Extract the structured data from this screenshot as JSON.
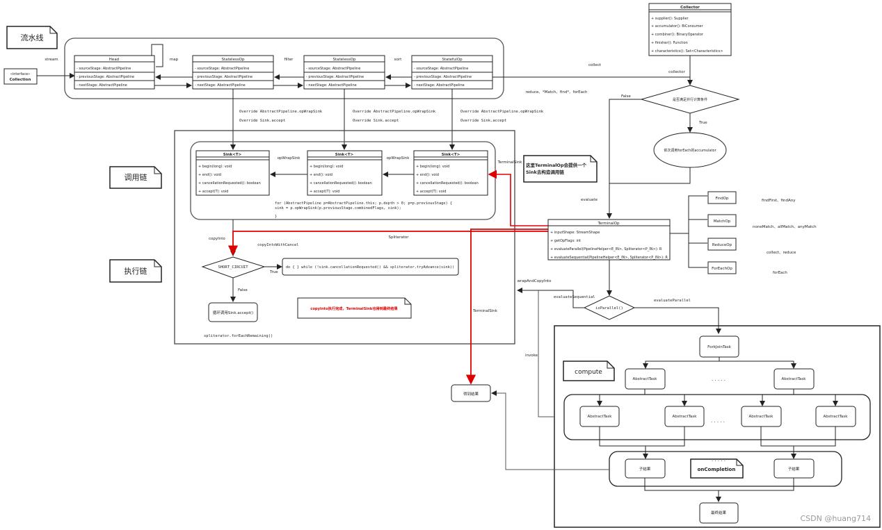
{
  "labels": {
    "pipeline_title": "流水线",
    "call_chain_title": "调用链",
    "exec_chain_title": "执行链",
    "compute_title": "compute",
    "stream": "stream",
    "map": "map",
    "filter": "filter",
    "sort": "sort",
    "collect": "collect",
    "collector_lbl": "collector",
    "reduce_ops": "reduce、*Match、find*、forEach",
    "false_lbl": "False",
    "true_lbl": "True",
    "evaluate": "evaluate",
    "override1a": "Override AbstractPipeline.opWrapSink",
    "override1b": "Override Sink.accept",
    "override2a": "Override AbstractPipeline.opWrapSink",
    "override2b": "Override Sink.accept",
    "override3a": "Override AbstractPipeline.opWrapSink",
    "override3b": "Override Sink.accept",
    "opWrapSink1": "opWrapSink",
    "opWrapSink2": "opWrapSink",
    "terminal_sink_top": "TerminalSink",
    "terminal_sink_mid": "TerminalSink",
    "callout_text": "这里TerminalOp会提供一个Sink去构造调用链",
    "loop_line1": "for (AbstractPipeline p=AbstractPipeline.this; p.depth > 0; p=p.previousStage) {",
    "loop_line2": "    sink = p.opWrapSink(p.previousStage.combinedFlags, sink);",
    "loop_line3": "}",
    "copyInto": "copyInto",
    "copyIntoWithCancel": "copyIntoWithCancel",
    "spliterator_lbl": "Spliterator",
    "short_circuit": "SHORT_CIRCUIT",
    "do_while": "do { } while (!sink.cancellationRequested() && spliterator.tryAdvance(sink))",
    "false_sc": "False",
    "true_sc": "True",
    "loop_accept": "循环调用Sink.accept()",
    "for_each_remaining": "spliterator.forEachRemaining()",
    "copy_note": "copyInto执行完成，TerminalSink也得到最终结果",
    "wrapAndCopyInto": "wrapAndCopyInto",
    "evaluateSequential": "evaluateSequential",
    "evaluateParallel": "evaluateParallel",
    "is_parallel": "isParallel()",
    "get_result": "得到结果",
    "invoke": "invoke",
    "condition": "是否满足并行计算条件",
    "foreach_accumulator": "依次调用forEach的accumulator",
    "find_desc": "findFirst、findAny",
    "match_desc": "noneMatch、allMatch、anyMatch",
    "reduce_desc": "collect、reduce",
    "foreach_desc": "forEach",
    "dots1": ". . . . .",
    "dots2": ". . . . .",
    "dots3": ". . . . .",
    "on_completion": "onCompletion",
    "forkjoin": "ForkJoinTask",
    "abstract_task": "AbstractTask",
    "sub_result": "子结果",
    "final_result": "最终结果",
    "watermark": "CSDN @huang714"
  },
  "interface_box": {
    "stereotype": "«interface»",
    "name": "Collection"
  },
  "pipeline_classes": [
    {
      "name": "Head",
      "fields": [
        "- sourceStage: AbstractPipeline",
        "- previousStage: AbstractPipeline",
        "- nextStage: AbstractPipeline"
      ]
    },
    {
      "name": "StatelessOp",
      "fields": [
        "- sourceStage: AbstractPipeline",
        "- previousStage: AbstractPipeline",
        "- nextStage: AbstractPipeline"
      ]
    },
    {
      "name": "StatelessOp",
      "fields": [
        "- sourceStage: AbstractPipeline",
        "- previousStage: AbstractPipeline",
        "- nextStage: AbstractPipeline"
      ]
    },
    {
      "name": "StatefulOp",
      "fields": [
        "- sourceStage: AbstractPipeline",
        "- previousStage: AbstractPipeline",
        "- nextStage: AbstractPipeline"
      ]
    }
  ],
  "sink_classes": [
    {
      "name": "Sink<T>",
      "methods": [
        "+ begin(long): void",
        "+ end(): void",
        "+ cancellationRequested(): boolean",
        "+ accept(T): void"
      ]
    },
    {
      "name": "Sink<T>",
      "methods": [
        "+ begin(long): void",
        "+ end(): void",
        "+ cancellationRequested(): boolean",
        "+ accept(T): void"
      ]
    },
    {
      "name": "Sink<T>",
      "methods": [
        "+ begin(long): void",
        "+ end(): void",
        "+ cancellationRequested(): boolean",
        "+ accept(T): void"
      ]
    }
  ],
  "collector_class": {
    "name": "Collector",
    "methods": [
      "+ supplier(): Supplier",
      "+ accumulator(): BiConsumer",
      "+ combiner(): BinaryOperator",
      "+ finisher(): Function",
      "+ characteristics(): Set<Characteristics>"
    ]
  },
  "terminal_class": {
    "name": "TerminalOp",
    "methods": [
      "+ inputShape: StreamShape",
      "+ getOpFlags: int",
      "+ evaluateParallel(PipelineHelper<E_IN>, Spliterator<P_IN>): R",
      "+ evaluateSequential(PipelineHelper<E_IN>, Spliterator<P_IN>): R"
    ]
  },
  "terminal_impls": [
    "FindOp",
    "MatchOp",
    "ReduceOp",
    "ForEachOp"
  ]
}
